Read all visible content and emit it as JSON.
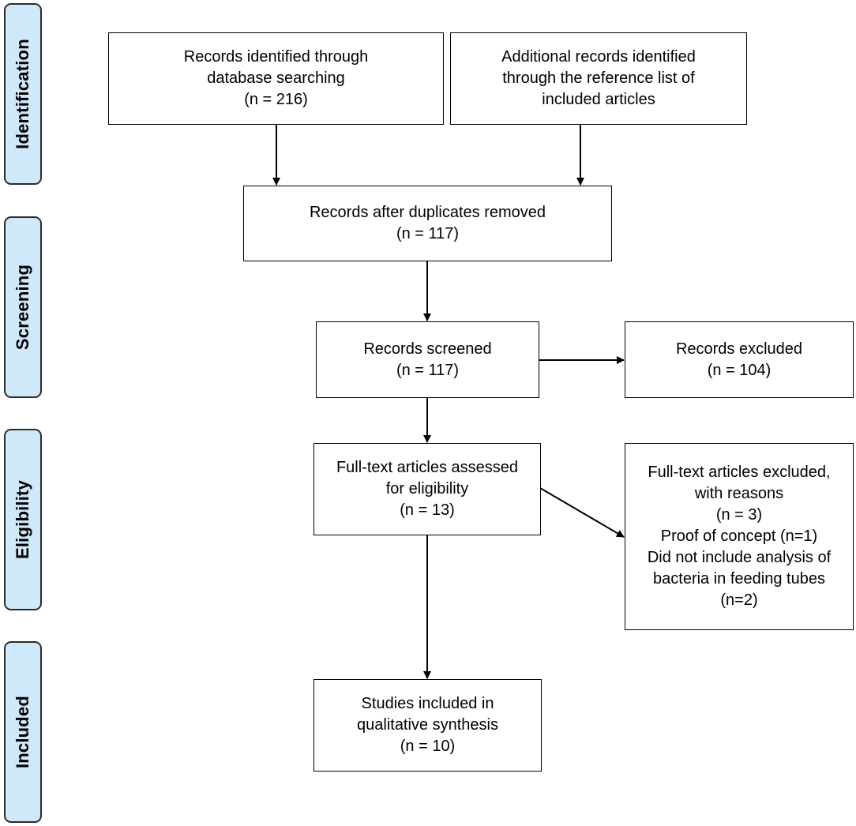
{
  "stages": {
    "identification": "Identification",
    "screening": "Screening",
    "eligibility": "Eligibility",
    "included": "Included"
  },
  "colors": {
    "stage_fill": "#cfe9fa",
    "stage_border": "#2b2b2b",
    "box_border": "#000000",
    "arrow": "#000000"
  },
  "boxes": {
    "database_search": {
      "line1": "Records identified through",
      "line2": "database searching",
      "line3": "(n = 216)"
    },
    "additional_records": {
      "line1": "Additional records identified",
      "line2": "through the reference list of",
      "line3": "included articles"
    },
    "duplicates_removed": {
      "line1": "Records after duplicates removed",
      "line2": "(n = 117)"
    },
    "records_screened": {
      "line1": "Records screened",
      "line2": "(n = 117)"
    },
    "records_excluded": {
      "line1": "Records excluded",
      "line2": "(n = 104)"
    },
    "fulltext_assessed": {
      "line1": "Full-text articles assessed",
      "line2": "for eligibility",
      "line3": "(n = 13)"
    },
    "fulltext_excluded": {
      "line1": "Full-text articles excluded,",
      "line2": "with reasons",
      "line3": "(n = 3)",
      "line4": "Proof of concept (n=1)",
      "line5": "Did not include analysis of",
      "line6": "bacteria in feeding tubes",
      "line7": "(n=2)"
    },
    "studies_included": {
      "line1": "Studies included in",
      "line2": "qualitative synthesis",
      "line3": "(n = 10)"
    }
  }
}
